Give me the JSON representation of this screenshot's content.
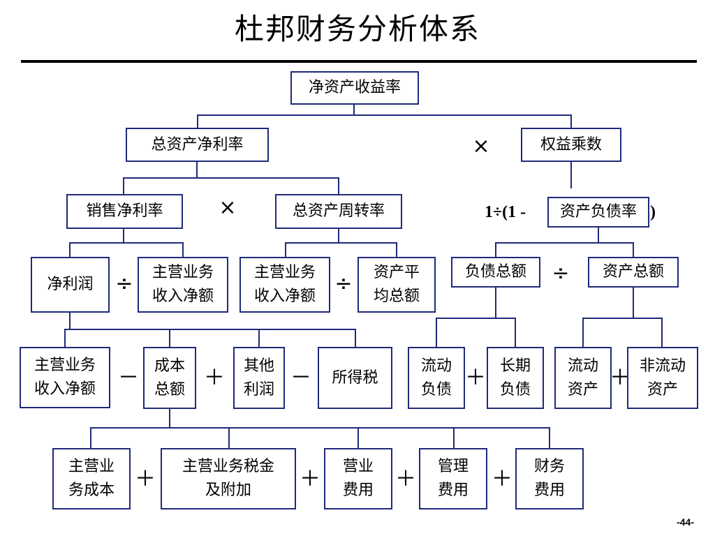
{
  "title": "杜邦财务分析体系",
  "page_number": "-44-",
  "colors": {
    "box_border": "#1f2a7a",
    "line": "#1f2a7a",
    "text": "#000000"
  },
  "nodes": {
    "roe": "净资产收益率",
    "roa": "总资产净利率",
    "equity_multiplier": "权益乘数",
    "net_profit_margin": "销售净利率",
    "asset_turnover": "总资产周转率",
    "debt_ratio": "资产负债率",
    "net_profit": "净利润",
    "revenue_a": [
      "主营业务",
      "收入净额"
    ],
    "revenue_b": [
      "主营业务",
      "收入净额"
    ],
    "avg_total_assets": [
      "资产平",
      "均总额"
    ],
    "total_liabilities": "负债总额",
    "total_assets": "资产总额",
    "revenue_c": [
      "主营业务",
      "收入净额"
    ],
    "total_cost": [
      "成本",
      "总额"
    ],
    "other_profit": [
      "其他",
      "利润"
    ],
    "income_tax": "所得税",
    "current_liabilities": [
      "流动",
      "负债"
    ],
    "long_term_liabilities": [
      "长期",
      "负债"
    ],
    "current_assets": [
      "流动",
      "资产"
    ],
    "non_current_assets": [
      "非流动",
      "资产"
    ],
    "cost_of_sales": [
      "主营业",
      "务成本"
    ],
    "business_tax": [
      "主营业务税金",
      "及附加"
    ],
    "operating_expenses": [
      "营业",
      "费用"
    ],
    "admin_expenses": [
      "管理",
      "费用"
    ],
    "finance_expenses": [
      "财务",
      "费用"
    ]
  },
  "formula": {
    "prefix": "1÷(1 -",
    "suffix": ")"
  },
  "operators": {
    "multiply_top": "×",
    "multiply_mid": "×",
    "divide_profit": "÷",
    "divide_assets": "÷",
    "divide_liab": "÷",
    "minus_cost": "－",
    "plus_other": "＋",
    "minus_tax": "－",
    "plus_liab": "＋",
    "plus_assets": "＋",
    "plus_1": "＋",
    "plus_2": "＋",
    "plus_3": "＋",
    "plus_4": "＋"
  }
}
